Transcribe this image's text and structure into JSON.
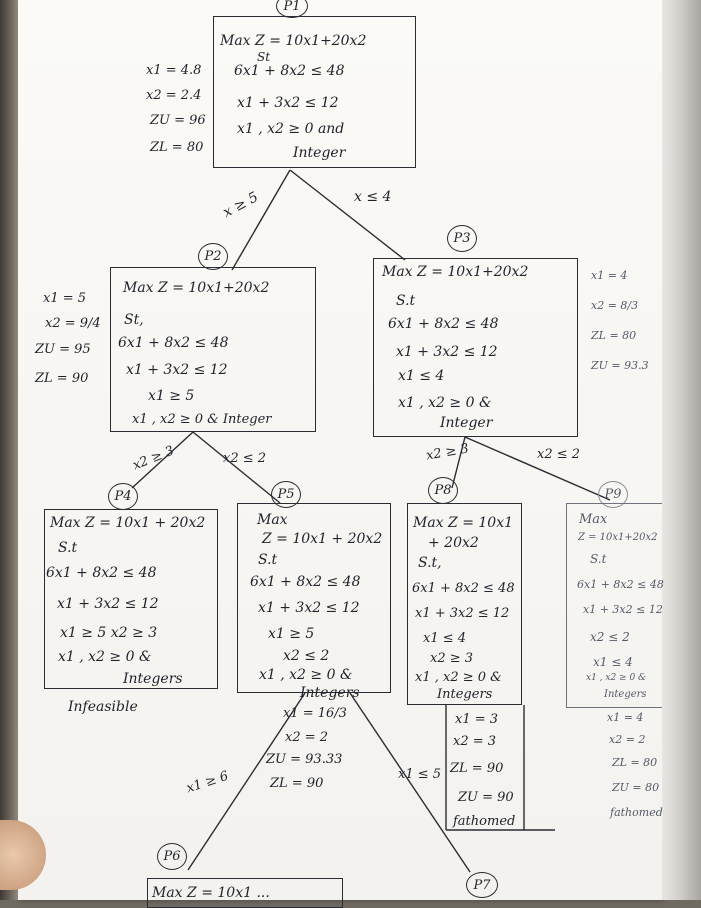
{
  "nodes": {
    "P1": {
      "label": "P1",
      "lines": [
        "Max Z = 10x1+20x2",
        "St",
        "6x1 + 8x2 ≤ 48",
        "x1 + 3x2 ≤ 12",
        "x1 , x2 ≥ 0 and",
        "Integer"
      ],
      "solution": [
        "x1 = 4.8",
        "x2 = 2.4",
        "ZU = 96",
        "ZL = 80"
      ]
    },
    "P2": {
      "label": "P2",
      "lines": [
        "Max Z = 10x1+20x2",
        "St,",
        "6x1 + 8x2 ≤ 48",
        "x1 + 3x2 ≤ 12",
        "x1 ≥ 5",
        "x1 , x2 ≥ 0 & Integer"
      ],
      "solution": [
        "x1 = 5",
        "x2 = 9/4",
        "ZU = 95",
        "ZL = 90"
      ]
    },
    "P3": {
      "label": "P3",
      "lines": [
        "Max Z = 10x1+20x2",
        "S.t",
        "6x1 + 8x2 ≤ 48",
        "x1 + 3x2 ≤ 12",
        "x1 ≤ 4",
        "x1 , x2 ≥ 0 &",
        "Integer"
      ],
      "solution": [
        "x1 = 4",
        "x2 = 8/3",
        "ZL = 80",
        "ZU = 93.3"
      ]
    },
    "P4": {
      "label": "P4",
      "lines": [
        "Max Z = 10x1 + 20x2",
        "S.t",
        "6x1 + 8x2 ≤ 48",
        "x1 + 3x2 ≤ 12",
        "x1 ≥ 5  x2 ≥ 3",
        "x1 , x2 ≥ 0 &",
        "Integers"
      ],
      "note": "Infeasible"
    },
    "P5": {
      "label": "P5",
      "lines": [
        "Max",
        "Z = 10x1 + 20x2",
        "S.t",
        "6x1 + 8x2 ≤ 48",
        "x1 + 3x2 ≤ 12",
        "x1 ≥ 5",
        "x2 ≤ 2",
        "x1 , x2 ≥ 0 &",
        "Integers"
      ],
      "solution": [
        "x1 = 16/3",
        "x2 = 2",
        "ZU = 93.33",
        "ZL = 90"
      ]
    },
    "P6": {
      "label": "P6",
      "lines": [
        "Max Z = 10x1 ..."
      ]
    },
    "P7": {
      "label": "P7"
    },
    "P8": {
      "label": "P8",
      "lines": [
        "Max Z = 10x1",
        "+ 20x2",
        "S.t,",
        "6x1 + 8x2 ≤ 48",
        "x1 + 3x2 ≤ 12",
        "x1 ≤ 4",
        "x2 ≥ 3",
        "x1 , x2 ≥ 0 &",
        "Integers"
      ],
      "solution": [
        "x1 = 3",
        "x2 = 3",
        "ZL = 90",
        "ZU = 90"
      ],
      "note": "fathomed"
    },
    "P9": {
      "label": "P9",
      "lines": [
        "Max",
        "Z = 10x1+20x2",
        "S.t",
        "6x1 + 8x2 ≤ 48",
        "x1 + 3x2 ≤ 12",
        "x2 ≤ 2",
        "x1 ≤ 4",
        "x1 , x2 ≥ 0 &",
        "Integers"
      ],
      "solution": [
        "x1 = 4",
        "x2 = 2",
        "ZL = 80",
        "ZU = 80"
      ],
      "note": "fathomed"
    }
  },
  "branches": {
    "p1_p2": "x ≥ 5",
    "p1_p3": "x ≤ 4",
    "p2_p4": "x2 ≥ 3",
    "p2_p5": "x2 ≤ 2",
    "p3_p8": "x2 ≥ 3",
    "p3_p9": "x2 ≤ 2",
    "p5_p6": "x1 ≥ 6",
    "p5_p7": "x1 ≤ 5"
  },
  "colors": {
    "ink": "#22232d",
    "paper": "#fbfaf7",
    "background": "#6f6a62"
  }
}
